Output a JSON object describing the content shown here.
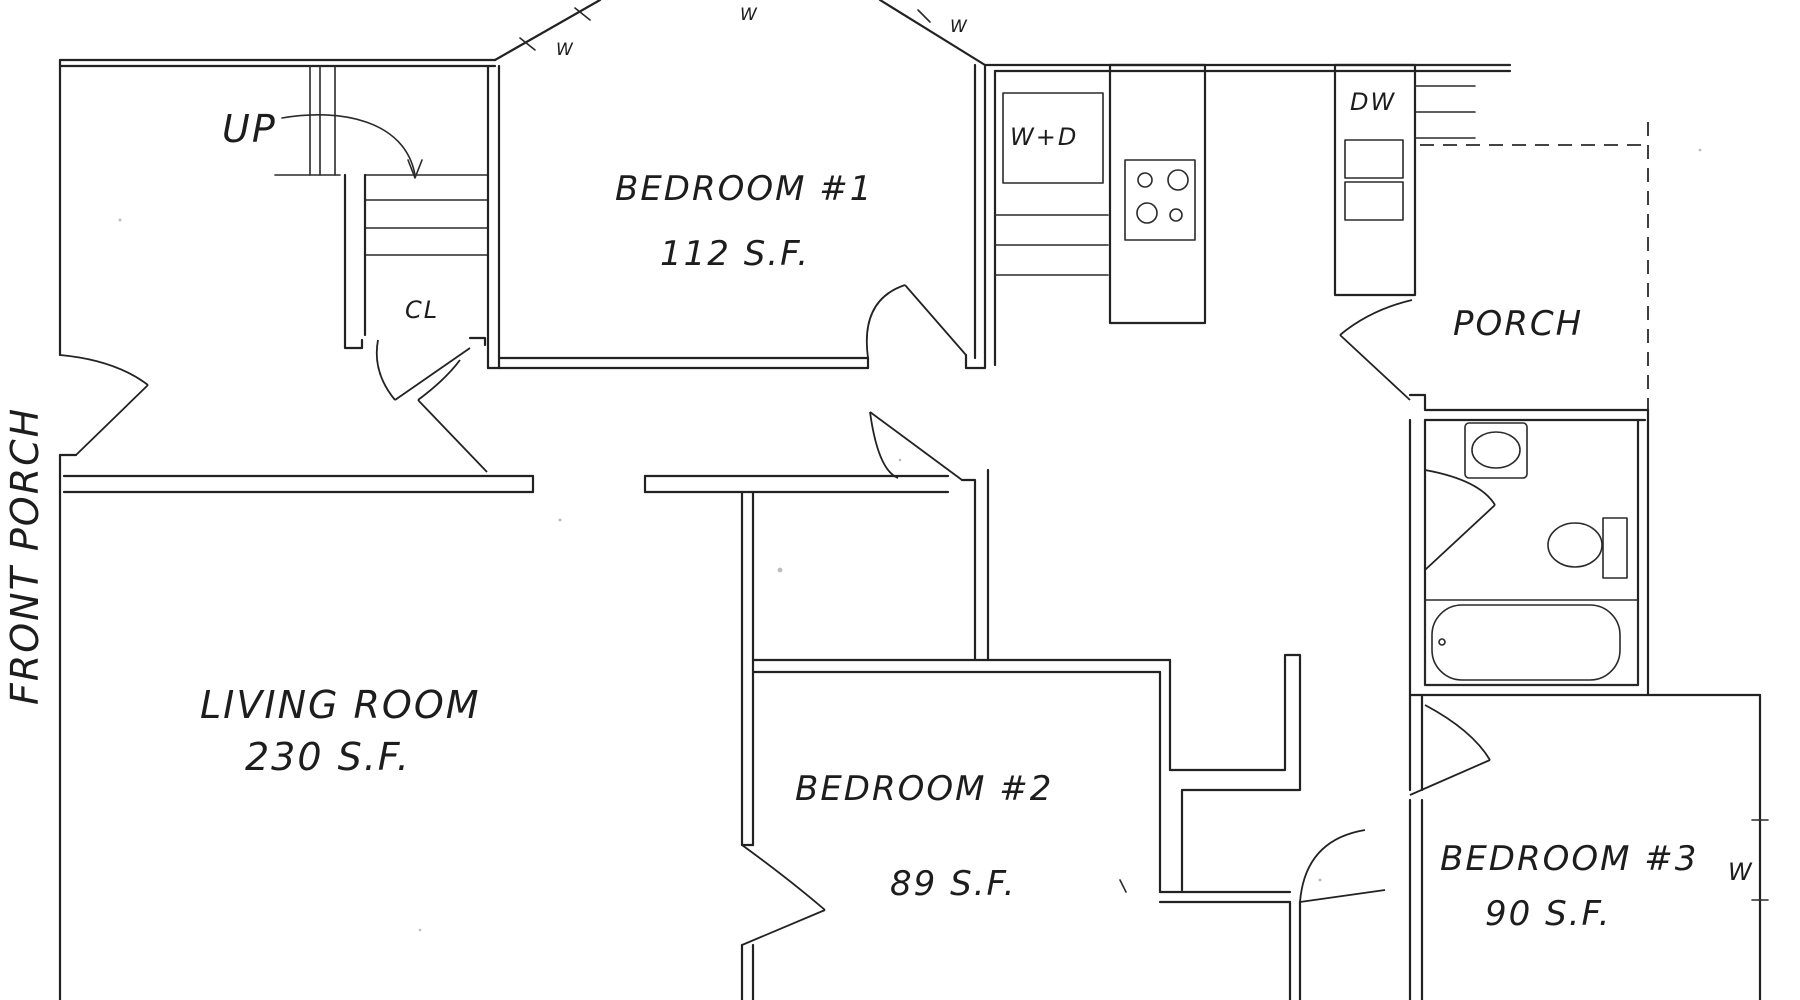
{
  "rooms": {
    "bedroom1": {
      "name": "BEDROOM #1",
      "area": "112 S.F."
    },
    "bedroom2": {
      "name": "BEDROOM #2",
      "area": "89 S.F."
    },
    "bedroom3": {
      "name": "BEDROOM #3",
      "area": "90 S.F."
    },
    "living": {
      "name": "LIVING ROOM",
      "area": "230 S.F."
    },
    "porch": {
      "name": "PORCH"
    },
    "front_porch": {
      "name": "FRONT PORCH"
    }
  },
  "fixtures": {
    "washer_dryer": "W+D",
    "dishwasher": "DW",
    "closet": "CL",
    "stairs_up": "UP",
    "window_mark": "W"
  }
}
